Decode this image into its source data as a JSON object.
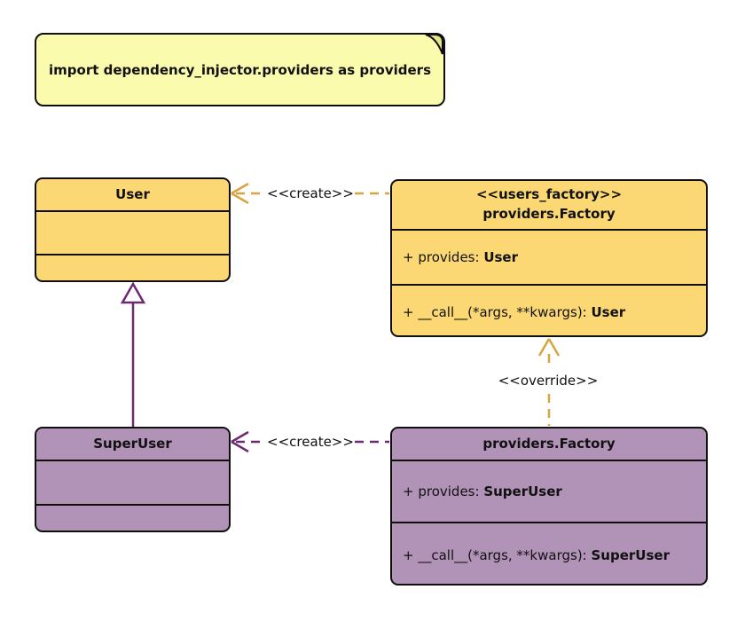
{
  "note": {
    "text": "import dependency_injector.providers as providers"
  },
  "classes": {
    "user": {
      "name": "User"
    },
    "super_user": {
      "name": "SuperUser"
    },
    "users_factory": {
      "stereotype": "<<users_factory>>",
      "name": "providers.Factory",
      "attributes": [
        {
          "prefix": "+ provides: ",
          "type": "User"
        },
        {
          "prefix": "+ __call__(*args, **kwargs): ",
          "type": "User"
        }
      ]
    },
    "super_users_factory": {
      "name": "providers.Factory",
      "attributes": [
        {
          "prefix": "+ provides: ",
          "type": "SuperUser"
        },
        {
          "prefix": "+ __call__(*args, **kwargs): ",
          "type": "SuperUser"
        }
      ]
    }
  },
  "edges": {
    "create_user": {
      "label": "<<create>>"
    },
    "create_super_user": {
      "label": "<<create>>"
    },
    "override": {
      "label": "<<override>>"
    },
    "inheritance": {
      "label": ""
    }
  },
  "colors": {
    "class_yellow_fill": "#FBD874",
    "class_purple_fill": "#B293B8",
    "note_fill": "#FBFBAE",
    "note_fold_fill": "#E3E388",
    "edge_gold": "#D9A43F",
    "edge_purple": "#6C2A70",
    "border_black": "#0F0F0F"
  }
}
